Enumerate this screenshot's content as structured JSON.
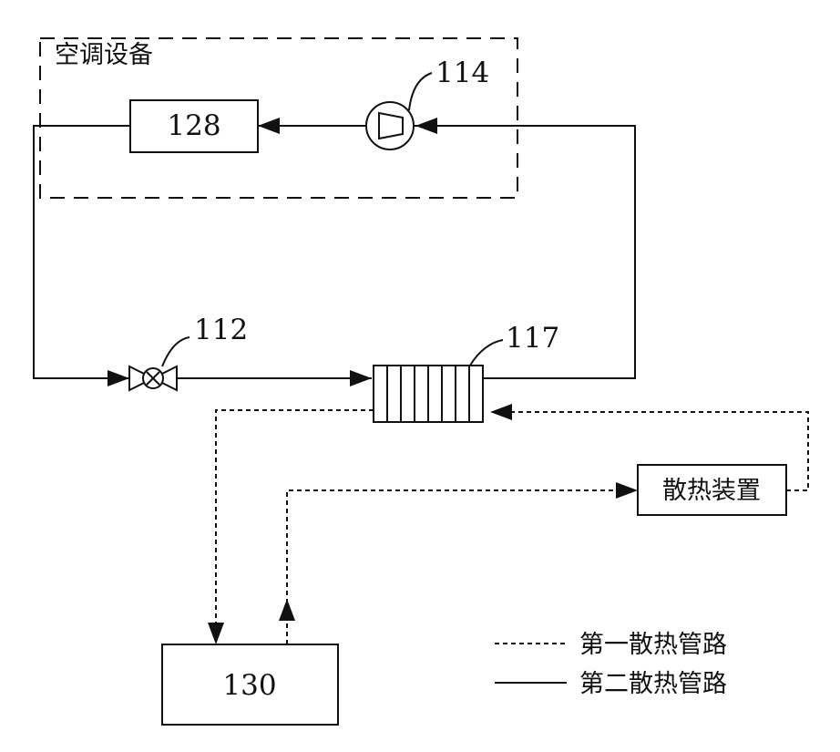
{
  "group": {
    "label": "空调设备"
  },
  "components": {
    "c128": "128",
    "c114": "114",
    "c112": "112",
    "c117": "117",
    "c130": "130",
    "heat_sink": "散热装置"
  },
  "legend": {
    "dashed": "第一散热管路",
    "solid": "第二散热管路"
  }
}
